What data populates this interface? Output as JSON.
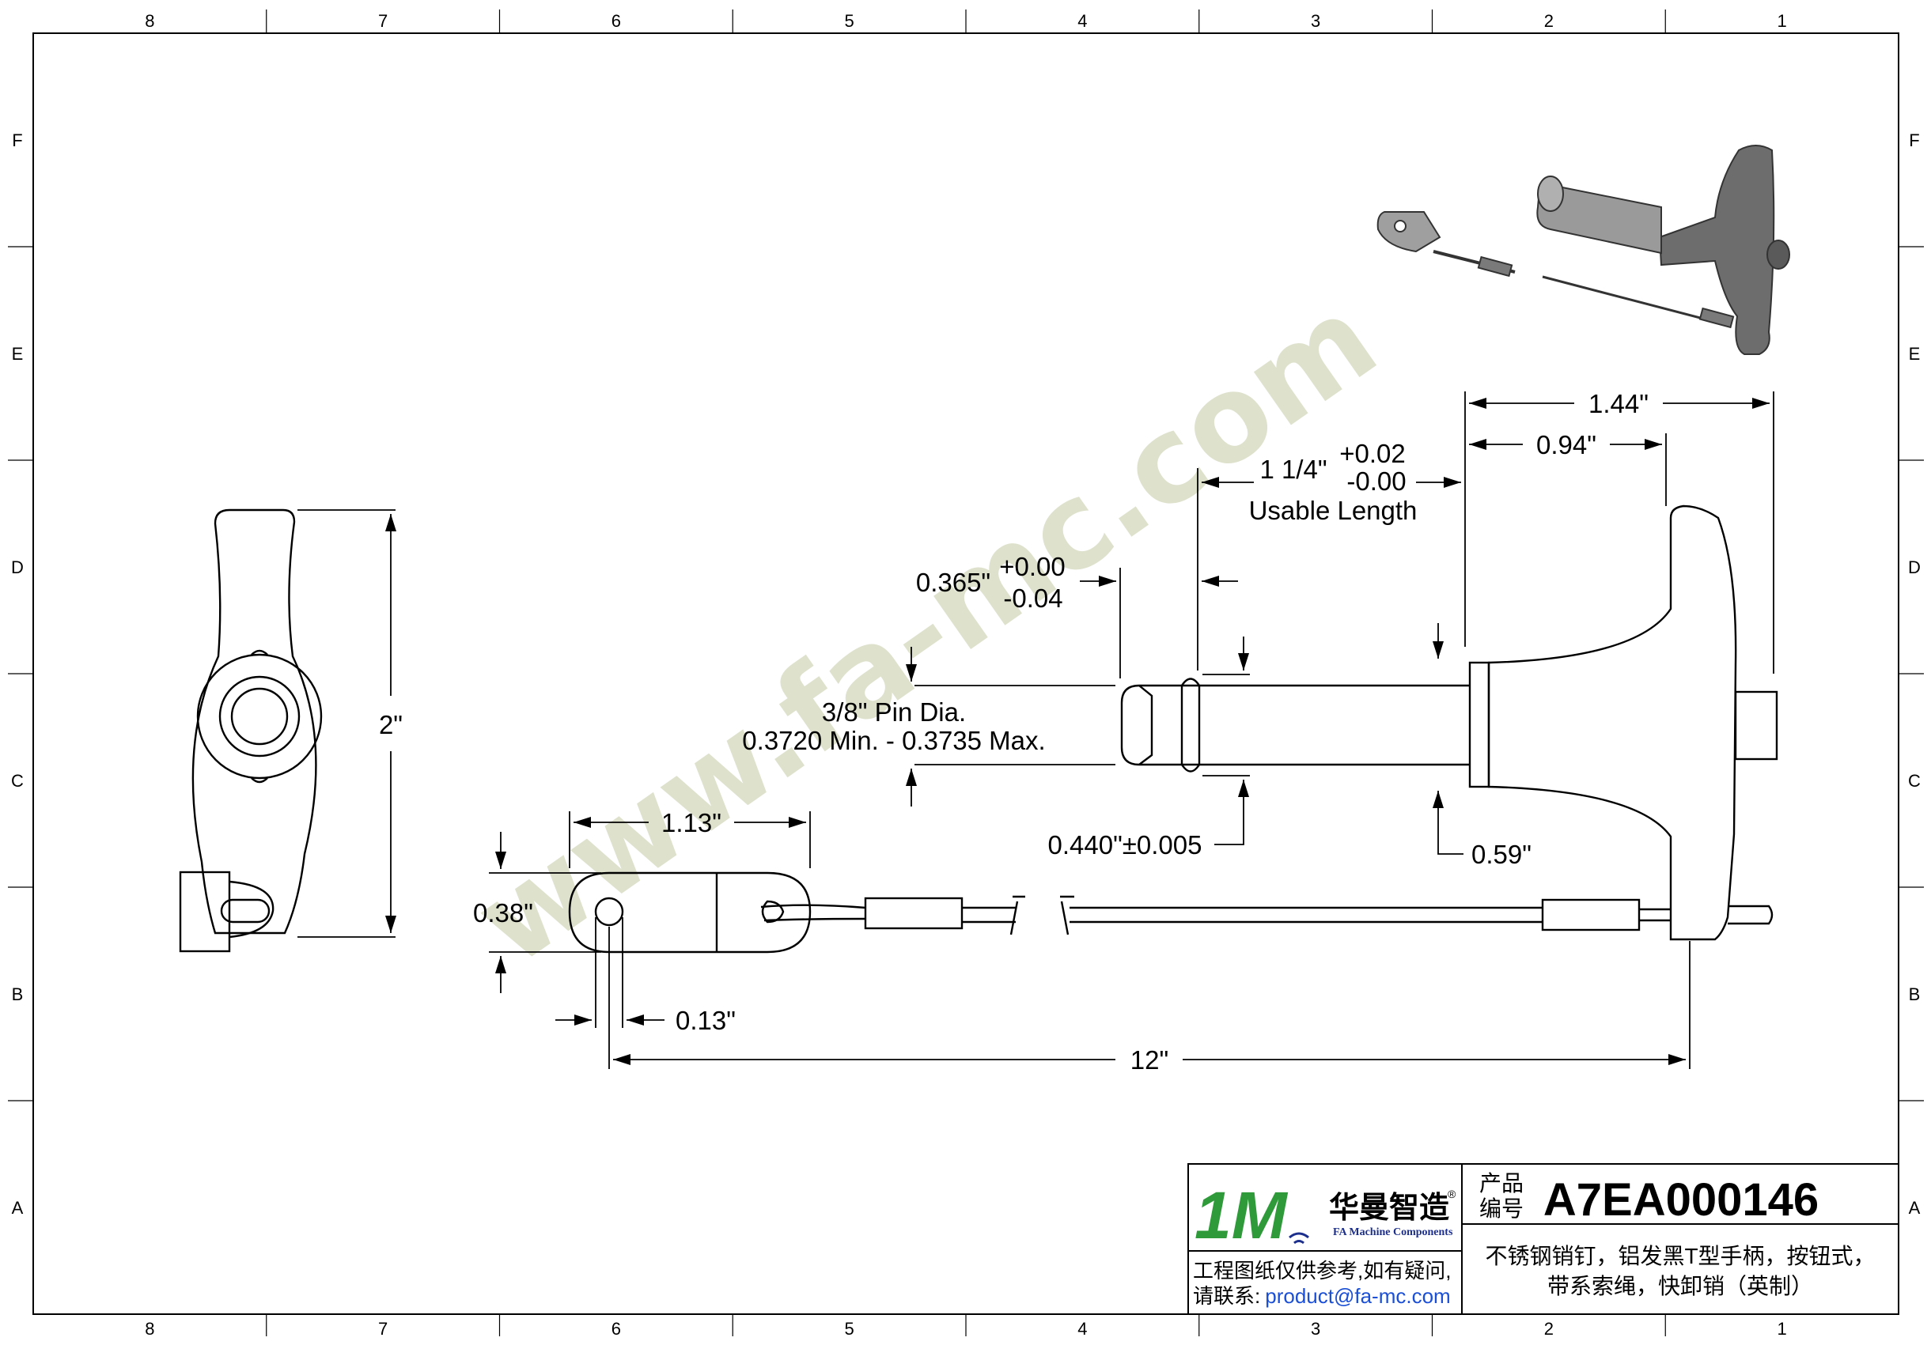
{
  "colors": {
    "line": "#000000",
    "watermark": "#d9dcc4",
    "email": "#1a4fd6",
    "logo_green": "#2f9a3a",
    "logo_blue": "#1d2f8c"
  },
  "zones": {
    "columns": [
      "8",
      "7",
      "6",
      "5",
      "4",
      "3",
      "2",
      "1"
    ],
    "rows": [
      "F",
      "E",
      "D",
      "C",
      "B",
      "A"
    ]
  },
  "watermark": "www.fa-mc.com",
  "dimensions": {
    "side_height": "2\"",
    "overall_width": "1.44\"",
    "handle_offset": "0.94\"",
    "usable_length_value": "1 1/4\"",
    "usable_length_tol_plus": "+0.02",
    "usable_length_tol_minus": "-0.00",
    "usable_length_label": "Usable Length",
    "ball_offset_value": "0.365\"",
    "ball_offset_tol_plus": "+0.00",
    "ball_offset_tol_minus": "-0.04",
    "pin_dia_line1": "3/8\" Pin Dia.",
    "pin_dia_line2": "0.3720 Min. - 0.3735 Max.",
    "ball_dia": "0.440\"±0.005",
    "collar_dia": "0.59\"",
    "tab_length": "1.13\"",
    "tab_height": "0.38\"",
    "hole_dia": "0.13\"",
    "cable_length": "12\""
  },
  "title_block": {
    "logo_mark": "1M",
    "logo_cn": "华曼智造",
    "logo_en": "FA Machine Components",
    "registered": "®",
    "code_label_1": "产品",
    "code_label_2": "编号",
    "product_code": "A7EA000146",
    "description_line1": "不锈钢销钉，铝发黑T型手柄，按钮式，",
    "description_line2": "带系索绳，快卸销（英制）",
    "note_line1": "工程图纸仅供参考,如有疑问,",
    "note_line2_prefix": "请联系:",
    "note_email": "product@fa-mc.com"
  }
}
